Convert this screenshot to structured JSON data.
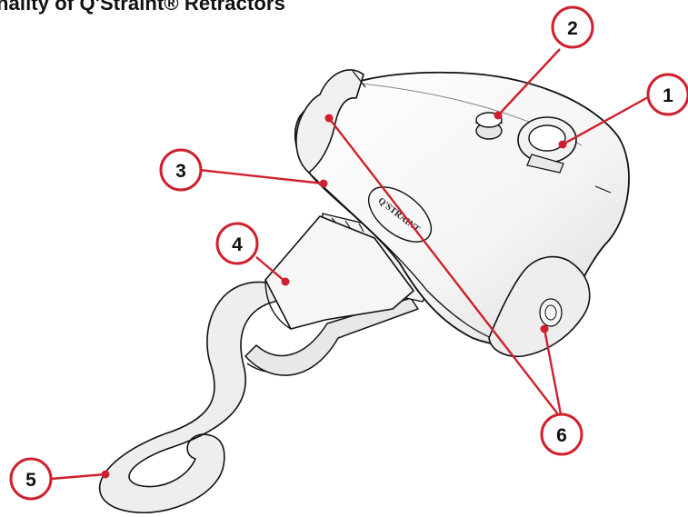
{
  "title": "nality of Q'Straint® Retractors",
  "accent_color": "#d0202e",
  "logo_text": "Q'STRAINT",
  "callouts": [
    "1",
    "2",
    "3",
    "4",
    "5",
    "6"
  ]
}
